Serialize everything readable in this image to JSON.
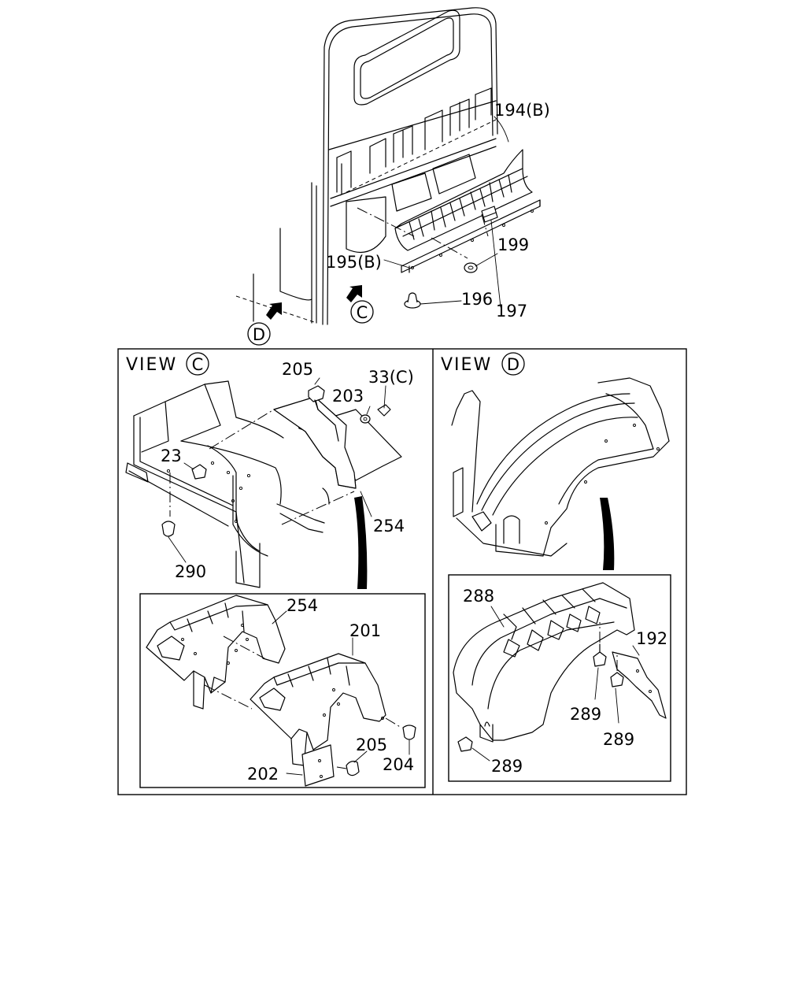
{
  "top": {
    "callouts": {
      "c194b": "194(B)",
      "c199": "199",
      "c195b": "195(B)",
      "c196": "196",
      "c197": "197"
    },
    "view_markers": {
      "c": "C",
      "d": "D"
    }
  },
  "view_c": {
    "heading": "VIEW",
    "marker": "C",
    "callouts": {
      "c205_top": "205",
      "c203": "203",
      "c33c": "33(C)",
      "c23": "23",
      "c254_main": "254",
      "c290": "290"
    },
    "detail_callouts": {
      "c254": "254",
      "c201": "201",
      "c205": "205",
      "c204": "204",
      "c202": "202"
    }
  },
  "view_d": {
    "heading": "VIEW",
    "marker": "D",
    "detail_callouts": {
      "c288": "288",
      "c192": "192",
      "c289_a": "289",
      "c289_b": "289",
      "c289_c": "289"
    }
  }
}
